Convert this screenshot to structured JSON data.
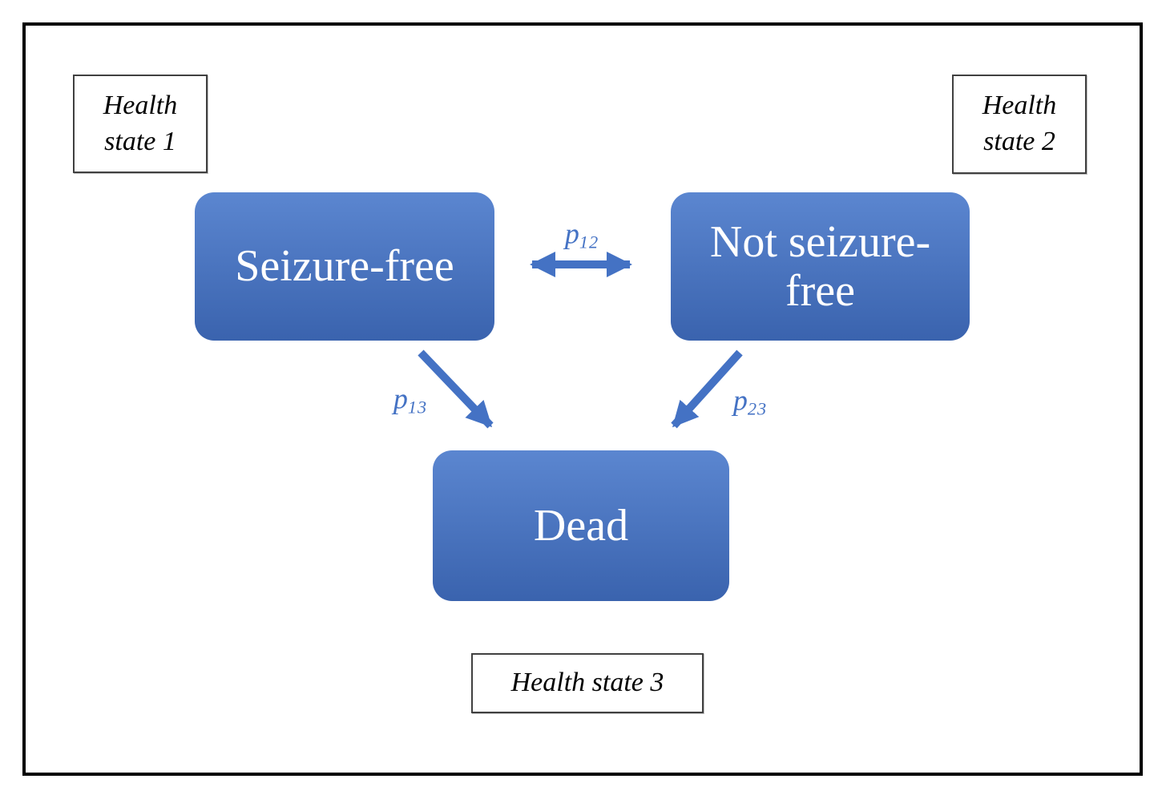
{
  "colors": {
    "accent": "#4472C4",
    "box_gradient_top": "#5B86D0",
    "box_gradient_bottom": "#3A63AE",
    "frame_border": "#000000",
    "label_border": "#404040",
    "state_text": "#FFFFFF",
    "annotation_text": "#000000"
  },
  "annotations": {
    "health_state_1": {
      "line1": "Health",
      "line2": "state 1"
    },
    "health_state_2": {
      "line1": "Health",
      "line2": "state 2"
    },
    "health_state_3": {
      "text": "Health state 3"
    }
  },
  "states": {
    "seizure_free": {
      "label": "Seizure-free"
    },
    "not_seizure_free": {
      "line1": "Not seizure-",
      "line2": "free"
    },
    "dead": {
      "label": "Dead"
    }
  },
  "transitions": {
    "p12": {
      "base": "p",
      "sub": "12",
      "direction": "bidirectional"
    },
    "p13": {
      "base": "p",
      "sub": "13",
      "direction": "to-dead"
    },
    "p23": {
      "base": "p",
      "sub": "23",
      "direction": "to-dead"
    }
  }
}
